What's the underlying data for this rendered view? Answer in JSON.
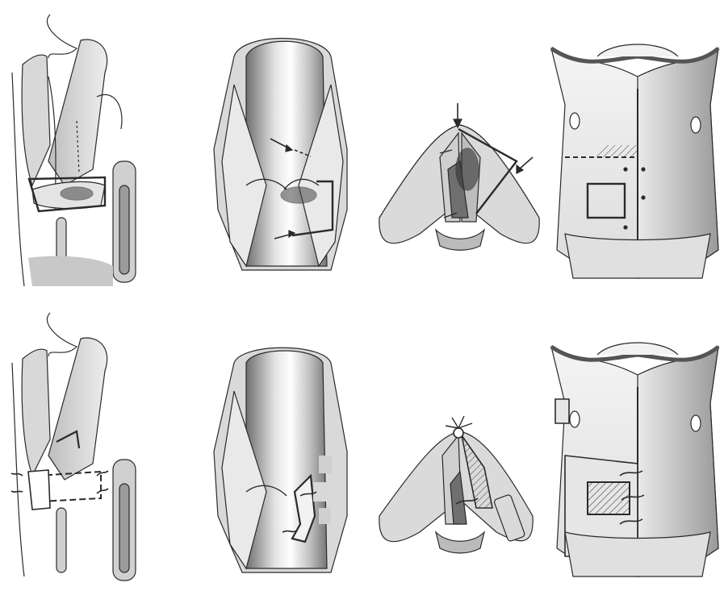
{
  "figure": {
    "rows": [
      {
        "stage": "preoperative",
        "panels": [
          {
            "view": "sagittal-larynx",
            "marks": [
              "tumor-dots",
              "resection-outline"
            ]
          },
          {
            "view": "posterior-coronal",
            "marks": [
              "tumor-dots",
              "arrows",
              "resection-outline"
            ]
          },
          {
            "view": "axial-glottis",
            "marks": [
              "tumor-dots",
              "arrows",
              "resection-outline"
            ]
          },
          {
            "view": "anterior-thyroid-cartilage",
            "marks": [
              "hatched-area",
              "window-outline",
              "midline-cut"
            ]
          }
        ]
      },
      {
        "stage": "reconstruction",
        "panels": [
          {
            "view": "sagittal-larynx",
            "marks": [
              "sutures",
              "flap-outline"
            ]
          },
          {
            "view": "posterior-coronal",
            "marks": [
              "flap",
              "sutures"
            ]
          },
          {
            "view": "axial-glottis",
            "marks": [
              "hatched-flap",
              "sutures"
            ]
          },
          {
            "view": "anterior-thyroid-cartilage",
            "marks": [
              "hatched-graft",
              "sutures",
              "midline-cut"
            ]
          }
        ]
      }
    ],
    "colors": {
      "stroke": "#2a2a2a",
      "tissue_light": "#e6e6e6",
      "tissue_mid": "#c4c4c4",
      "tissue_dark": "#8c8c8c"
    },
    "text": []
  }
}
